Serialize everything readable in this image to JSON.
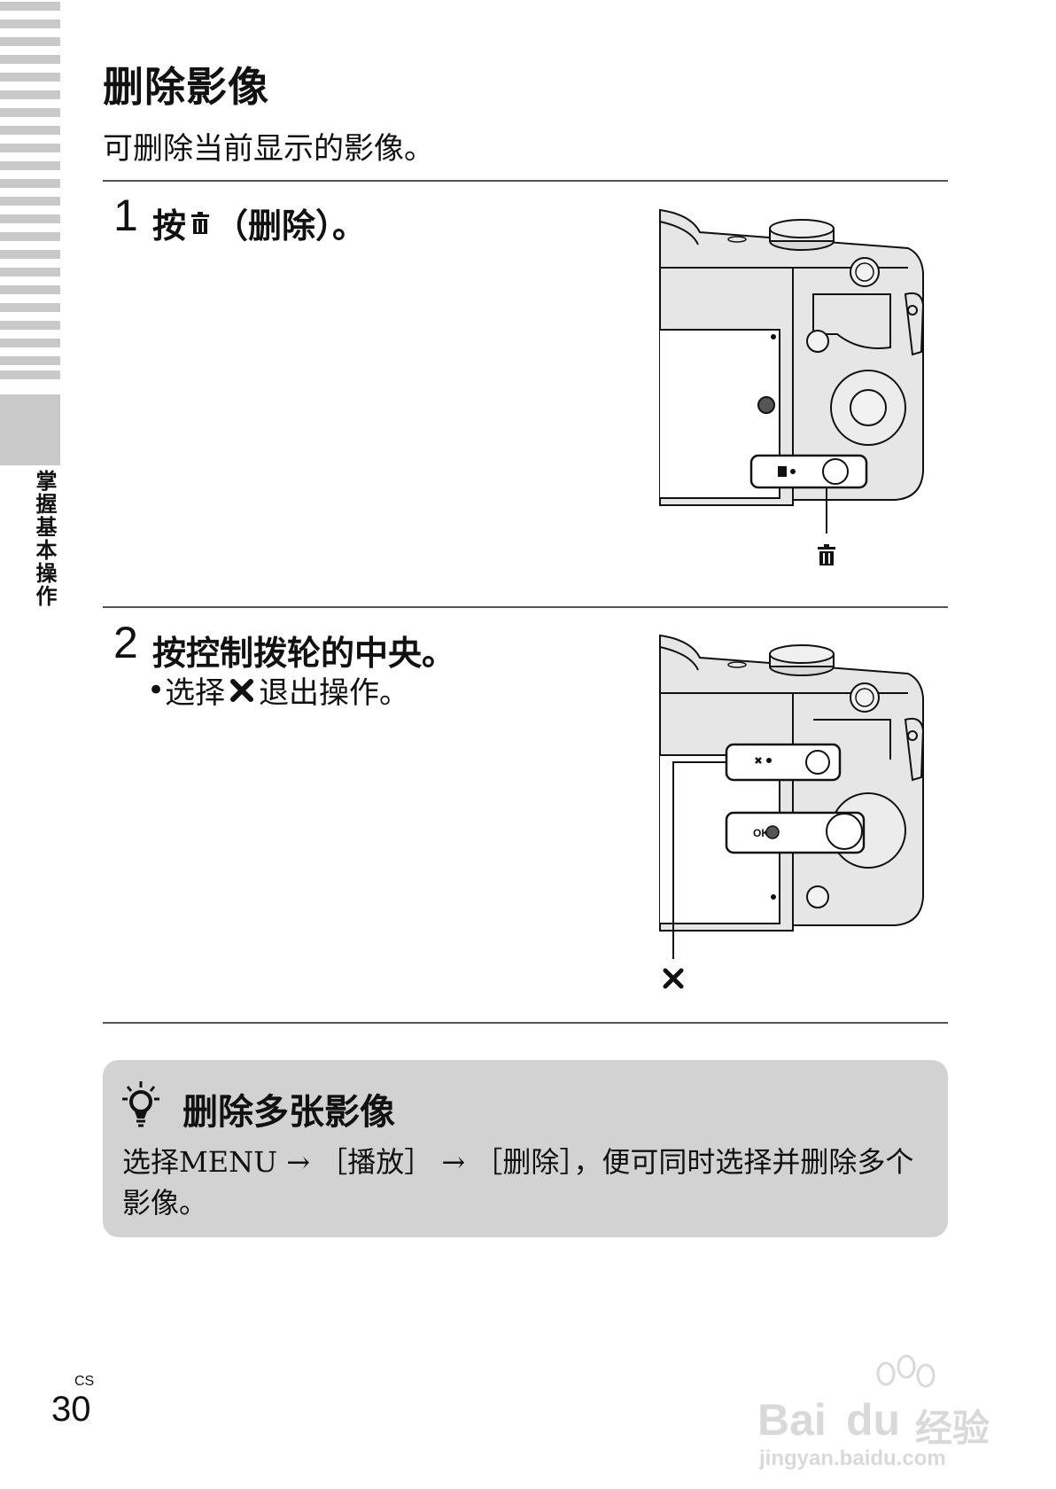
{
  "side_label": "掌握基本操作",
  "title": "删除影像",
  "intro": "可删除当前显示的影像。",
  "steps": [
    {
      "number": "1",
      "text_before": "按",
      "icon": "trash-icon",
      "text_after": "（删除）。"
    },
    {
      "number": "2",
      "text": "按控制拨轮的中央。",
      "sub_bullet": "•",
      "sub_before": "选择",
      "sub_icon": "x-icon",
      "sub_after": "退出操作。"
    }
  ],
  "tip": {
    "icon": "lightbulb-icon",
    "title": "删除多张影像",
    "body": "选择MENU → ［播放］ → ［删除］，便可同时选择并删除多个影像。"
  },
  "page": {
    "lang": "CS",
    "number": "30"
  },
  "watermark": {
    "brand": "Bai",
    "brand2": "du",
    "brand_cn": "经验",
    "url": "jingyan.baidu.com"
  },
  "figure_labels": {
    "ok": "OK"
  }
}
